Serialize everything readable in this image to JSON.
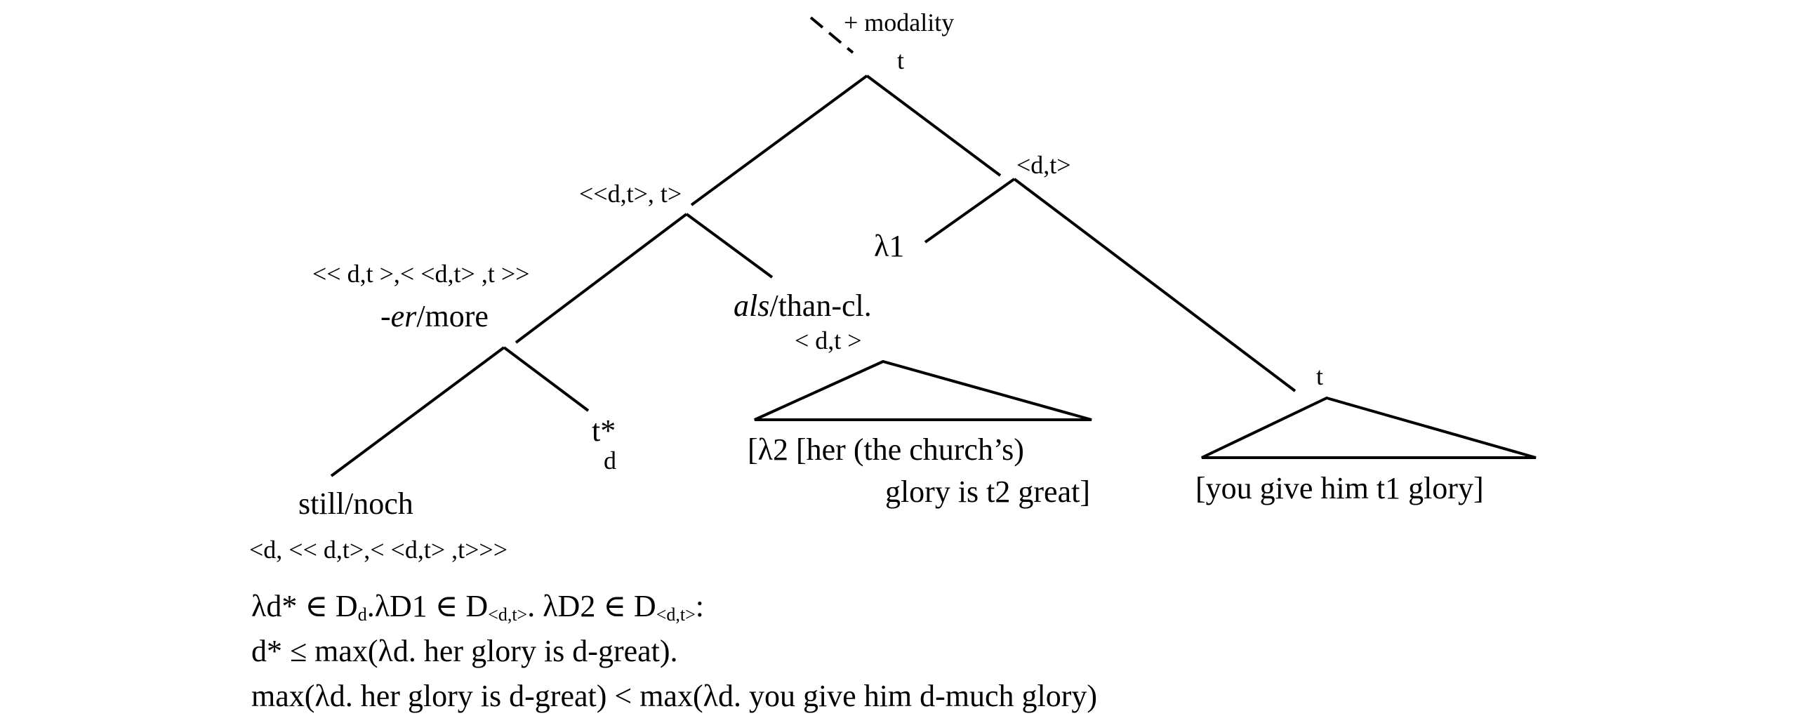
{
  "root": {
    "modality": "+ modality",
    "type": "t"
  },
  "degree_quantifier": {
    "type": "<<d,t>, t>"
  },
  "lambda_node": {
    "type": "<d,t>",
    "binder": "λ1"
  },
  "comparative": {
    "type": "<< d,t >,< <d,t> ,t >>",
    "morpheme_italic": "-er",
    "morpheme_rest": "/more"
  },
  "than_clause": {
    "label_italic": "als",
    "label_rest": "/than-cl.",
    "type": "< d,t >",
    "content_line1": "[λ2 [her (the church’s)",
    "content_line2": "glory is t2 great]"
  },
  "matrix": {
    "type": "t",
    "content": "[you give him t1 glory]"
  },
  "trace": {
    "label": "t*",
    "subscript": "d"
  },
  "still": {
    "label": "still/noch",
    "type": "<d, << d,t>,< <d,t> ,t>>>"
  },
  "semantics": {
    "line1_a": "λd* ∈ D",
    "line1_a_sub": "d",
    "line1_b": ".λD1 ∈ D",
    "line1_b_sub": "<d,t>",
    "line1_c": ". λD2 ∈ D",
    "line1_c_sub": "<d,t>",
    "line1_d": ":",
    "line2": "d* ≤ max(λd. her glory is d-great).",
    "line3": "max(λd. her glory is d-great) < max(λd. you give him d-much glory)"
  }
}
